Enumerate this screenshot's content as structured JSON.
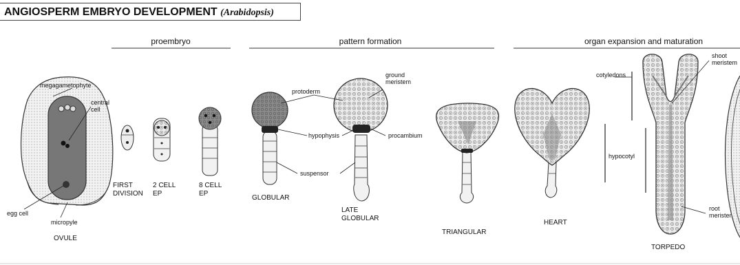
{
  "title": {
    "main": "ANGIOSPERM EMBRYO DEVELOPMENT",
    "species": "(Arabidopsis)"
  },
  "phases": [
    "proembryo",
    "pattern formation",
    "organ expansion and maturation"
  ],
  "ovule_labels": {
    "megagametophyte": "megagametophyte",
    "central": "central",
    "cell": "cell",
    "egg_cell": "egg cell",
    "micropyle": "micropyle"
  },
  "stages": {
    "ovule": "OVULE",
    "first_1": "FIRST",
    "first_2": "DIVISION",
    "two_1": "2 CELL",
    "two_2": "EP",
    "eight_1": "8 CELL",
    "eight_2": "EP",
    "globular": "GLOBULAR",
    "late_1": "LATE",
    "late_2": "GLOBULAR",
    "triangular": "TRIANGULAR",
    "heart": "HEART",
    "torpedo": "TORPEDO"
  },
  "structure_labels": {
    "protoderm": "protoderm",
    "ground_1": "ground",
    "ground_2": "meristem",
    "hypophysis": "hypophysis",
    "procambium": "procambium",
    "suspensor": "suspensor",
    "cotyledons": "cotyledons",
    "hypocotyl": "hypocotyl",
    "shoot_1": "shoot",
    "shoot_2": "meristem",
    "root_1": "root",
    "root_2": "meristem"
  }
}
